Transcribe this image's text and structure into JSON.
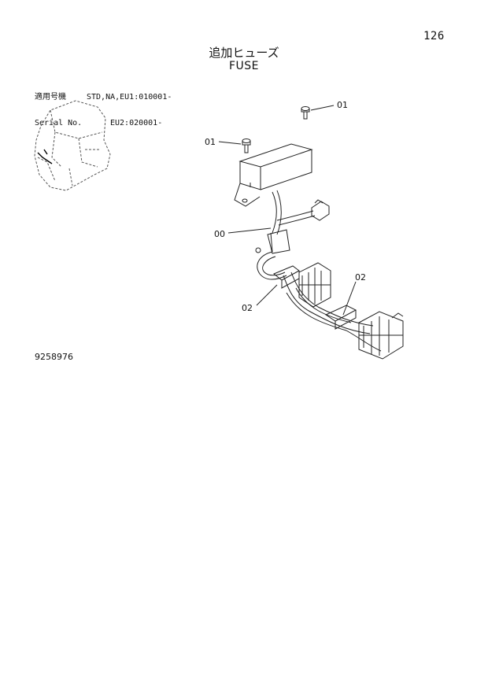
{
  "page_number": "126",
  "title": {
    "japanese": "追加ヒューズ",
    "english": "FUSE"
  },
  "serial_info": {
    "label_ja": "適用号機",
    "label_en": "Serial No.",
    "line1": "STD,NA,EU1:010001-",
    "line2": "EU2:020001-"
  },
  "callouts": [
    {
      "id": "callout-01-top",
      "label": "01"
    },
    {
      "id": "callout-01-left",
      "label": "01"
    },
    {
      "id": "callout-00",
      "label": "00"
    },
    {
      "id": "callout-02-right",
      "label": "02"
    },
    {
      "id": "callout-02-left",
      "label": "02"
    }
  ],
  "document_number": "9258976"
}
